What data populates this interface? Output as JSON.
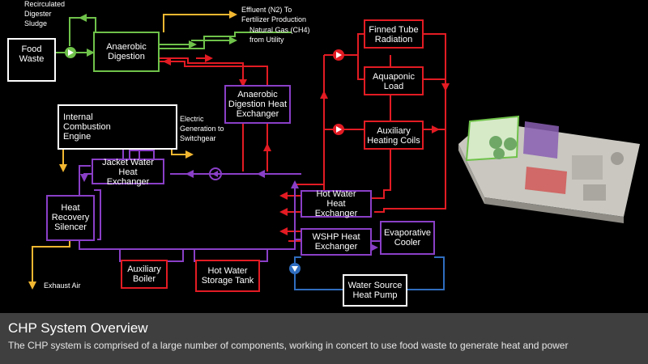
{
  "components": {
    "food_waste": "Food Waste",
    "anaerobic_digestion": "Anaerobic Digestion",
    "ice_engine": "Internal Combustion Engine",
    "ad_heat_exchanger": "Anaerobic Digestion Heat Exchanger",
    "finned_tube": "Finned Tube Radiation",
    "aquaponic_load": "Aquaponic Load",
    "aux_heating_coils": "Auxiliary Heating Coils",
    "jacket_water_hx": "Jacket Water Heat Exchanger",
    "heat_recovery_silencer": "Heat Recovery Silencer",
    "hot_water_hx": "Hot Water Heat Exchanger",
    "wshp_hx": "WSHP Heat Exchanger",
    "evaporative_cooler": "Evaporative Cooler",
    "aux_boiler": "Auxiliary Boiler",
    "hw_storage_tank": "Hot Water Storage Tank",
    "water_source_hp": "Water Source Heat Pump"
  },
  "labels": {
    "recirc_sludge": "Recirculated Digester Sludge",
    "effluent": "Effluent (N2) To Fertilizer Production",
    "natural_gas": "Natural Gas (CH4) from Utility",
    "electric_gen": "Electric Generation to Switchgear",
    "exhaust_air": "Exhaust Air"
  },
  "caption": {
    "title": "CHP System Overview",
    "body": "The CHP system is comprised of a large number of components, working in concert to use food waste to generate heat and power"
  },
  "colors": {
    "green": "#6fc24a",
    "yellow": "#f2b731",
    "red": "#e21b23",
    "purple": "#8a3fc7",
    "blue": "#2f6dbf",
    "white": "#ffffff"
  }
}
